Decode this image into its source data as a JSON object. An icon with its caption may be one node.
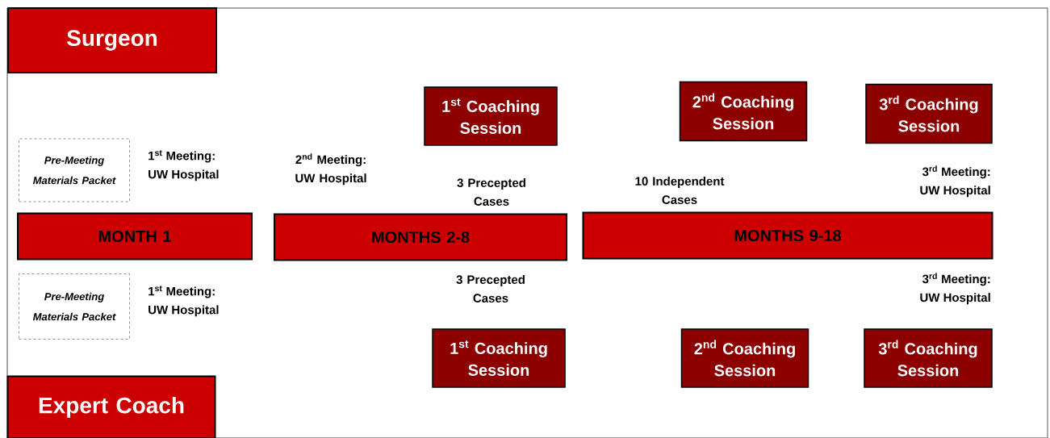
{
  "diagram": {
    "nodes": [
      {
        "text": [
          "Surgeon"
        ]
      },
      {
        "text": [
          "1$^{st}$ Coaching Session"
        ]
      },
      {
        "text": [
          "2$^{nd}$ Coaching Session"
        ]
      },
      {
        "text": [
          "3$^{rd}$ Coaching Session"
        ]
      },
      {
        "text": [
          "Pre-Meeting Materials Packet"
        ]
      },
      {
        "text": [
          "MONTH 1"
        ]
      },
      {
        "text": [
          "MONTHS 2-8"
        ]
      },
      {
        "text": [
          "MONTHS 9-18"
        ]
      },
      {
        "text": [
          "Pre-Meeting Materials Packet"
        ]
      },
      {
        "text": [
          "1$^{st}$ Coaching Session"
        ]
      },
      {
        "text": [
          "2$^{nd}$ Coaching Session"
        ]
      },
      {
        "text": [
          "3$^{rd}$ Coaching Session"
        ]
      },
      {
        "text": [
          "Expert Coach"
        ]
      }
    ],
    "labels": [
      "1$^{st}$ Meeting: UW Hospital",
      "2$^{nd}$ Meeting: UW Hospital",
      "3 Precepted Cases",
      "10 Independent Cases",
      "3$^{rd}$ Meeting: UW Hospital",
      "1$^{st}$ Meeting: UW Hospital",
      "3 Precepted Cases",
      "3$^{rd}$ Meeting: UW Hospital"
    ]
  }
}
